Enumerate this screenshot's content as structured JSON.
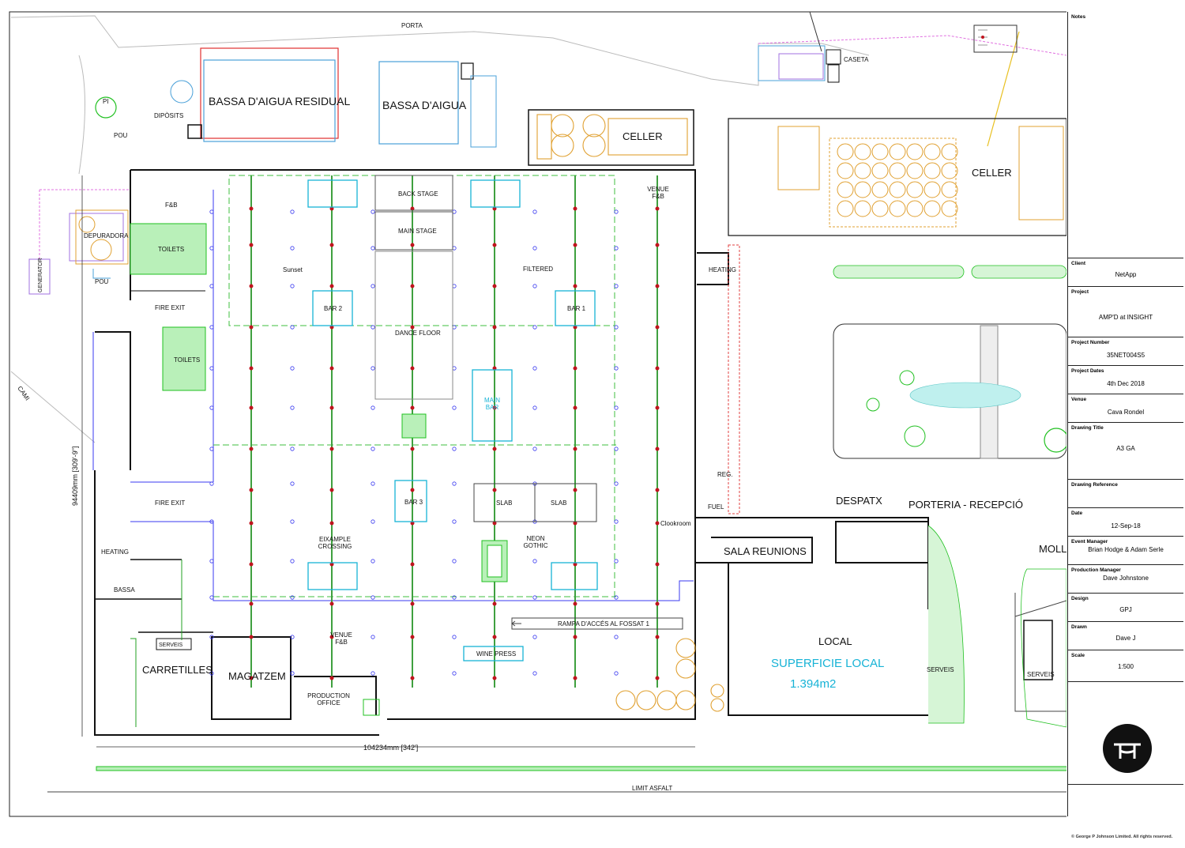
{
  "plan": {
    "labels": {
      "porta": "PORTA",
      "caseta": "CASETA",
      "bassa_residual": "BASSA D'AIGUA RESIDUAL",
      "bassa": "BASSA D'AIGUA",
      "diposits": "DIPÒSITS",
      "pi": "PI",
      "pou_top": "POU",
      "depuradora": "DEPURADORA",
      "pou": "POU",
      "generator": "GENERATOR",
      "cami": "CAMI",
      "celler_top": "CELLER",
      "celler_right": "CELLER",
      "heating_right": "HEATING",
      "reg": "REG.",
      "fuel": "FUEL",
      "despatx": "DESPATX",
      "porteria": "PORTERIA - RECEPCIÓ",
      "sala_reunions": "SALA REUNIONS",
      "local": "LOCAL",
      "superficie_local": "SUPERFICIE LOCAL",
      "area": "1.394m2",
      "serveis_right": "SERVEIS",
      "moll": "MOLL",
      "serveis_far": "SERVEIS",
      "fb": "F&B",
      "toilets_1": "TOILETS",
      "toilets_2": "TOILETS",
      "fire_exit_1": "FIRE EXIT",
      "fire_exit_2": "FIRE EXIT",
      "heating_left": "HEATING",
      "bassa_small": "BASSA",
      "serveis_left": "SERVEIS",
      "carretilles": "CARRETILLES",
      "magatzem": "MAGATZEM",
      "production_office": "PRODUCTION\nOFFICE",
      "venue_fb_top": "VENUE\nF&B",
      "venue_fb_bottom": "VENUE\nF&B",
      "backstage": "BACK STAGE",
      "main_stage": "MAIN STAGE",
      "sunset": "Sunset",
      "filtered": "FILTERED",
      "bar2": "BAR 2",
      "bar1": "BAR 1",
      "dance_floor": "DANCE FLOOR",
      "main_bar": "MAIN\nBAR",
      "bar3": "BAR 3",
      "slab1": "SLAB",
      "slab2": "SLAB",
      "eixample": "EIXAMPLE\nCROSSING",
      "neon": "NEON\nGOTHIC",
      "clookroom": "Clookroom",
      "rampa": "RAMPA D'ACCÉS AL FOSSAT 1",
      "wine_press": "WINE PRESS",
      "dim_width": "104234mm [342']",
      "dim_height": "94409mm [309'-9\"]",
      "limit_asfalt": "LIMIT ASFALT"
    }
  },
  "titleblock": {
    "notes_label": "Notes",
    "client_label": "Client",
    "client": "NetApp",
    "project_label": "Project",
    "project": "AMP'D at INSIGHT",
    "number_label": "Project Number",
    "number": "35NET004S5",
    "dates_label": "Project Dates",
    "dates": "4th Dec 2018",
    "venue_label": "Venue",
    "venue": "Cava Rondel",
    "title_label": "Drawing Title",
    "title": "A3 GA",
    "ref_label": "Drawing Reference",
    "ref": "",
    "date_label": "Date",
    "date": "12-Sep-18",
    "event_mgr_label": "Event Manager",
    "event_mgr": "Brian Hodge & Adam Serle",
    "prod_mgr_label": "Production Manager",
    "prod_mgr": "Dave Johnstone",
    "design_label": "Design",
    "design": "GPJ",
    "drawn_label": "Drawn",
    "drawn": "Dave J",
    "scale_label": "Scale",
    "scale": "1:500",
    "copyright": "© George P Johnson Limited. All rights reserved."
  },
  "colors": {
    "grid_green": "#3fbf3f",
    "column_red": "#c0141e",
    "blue_wall": "#3a3af0",
    "orange": "#e0a030",
    "cyan": "#17b3d6"
  }
}
